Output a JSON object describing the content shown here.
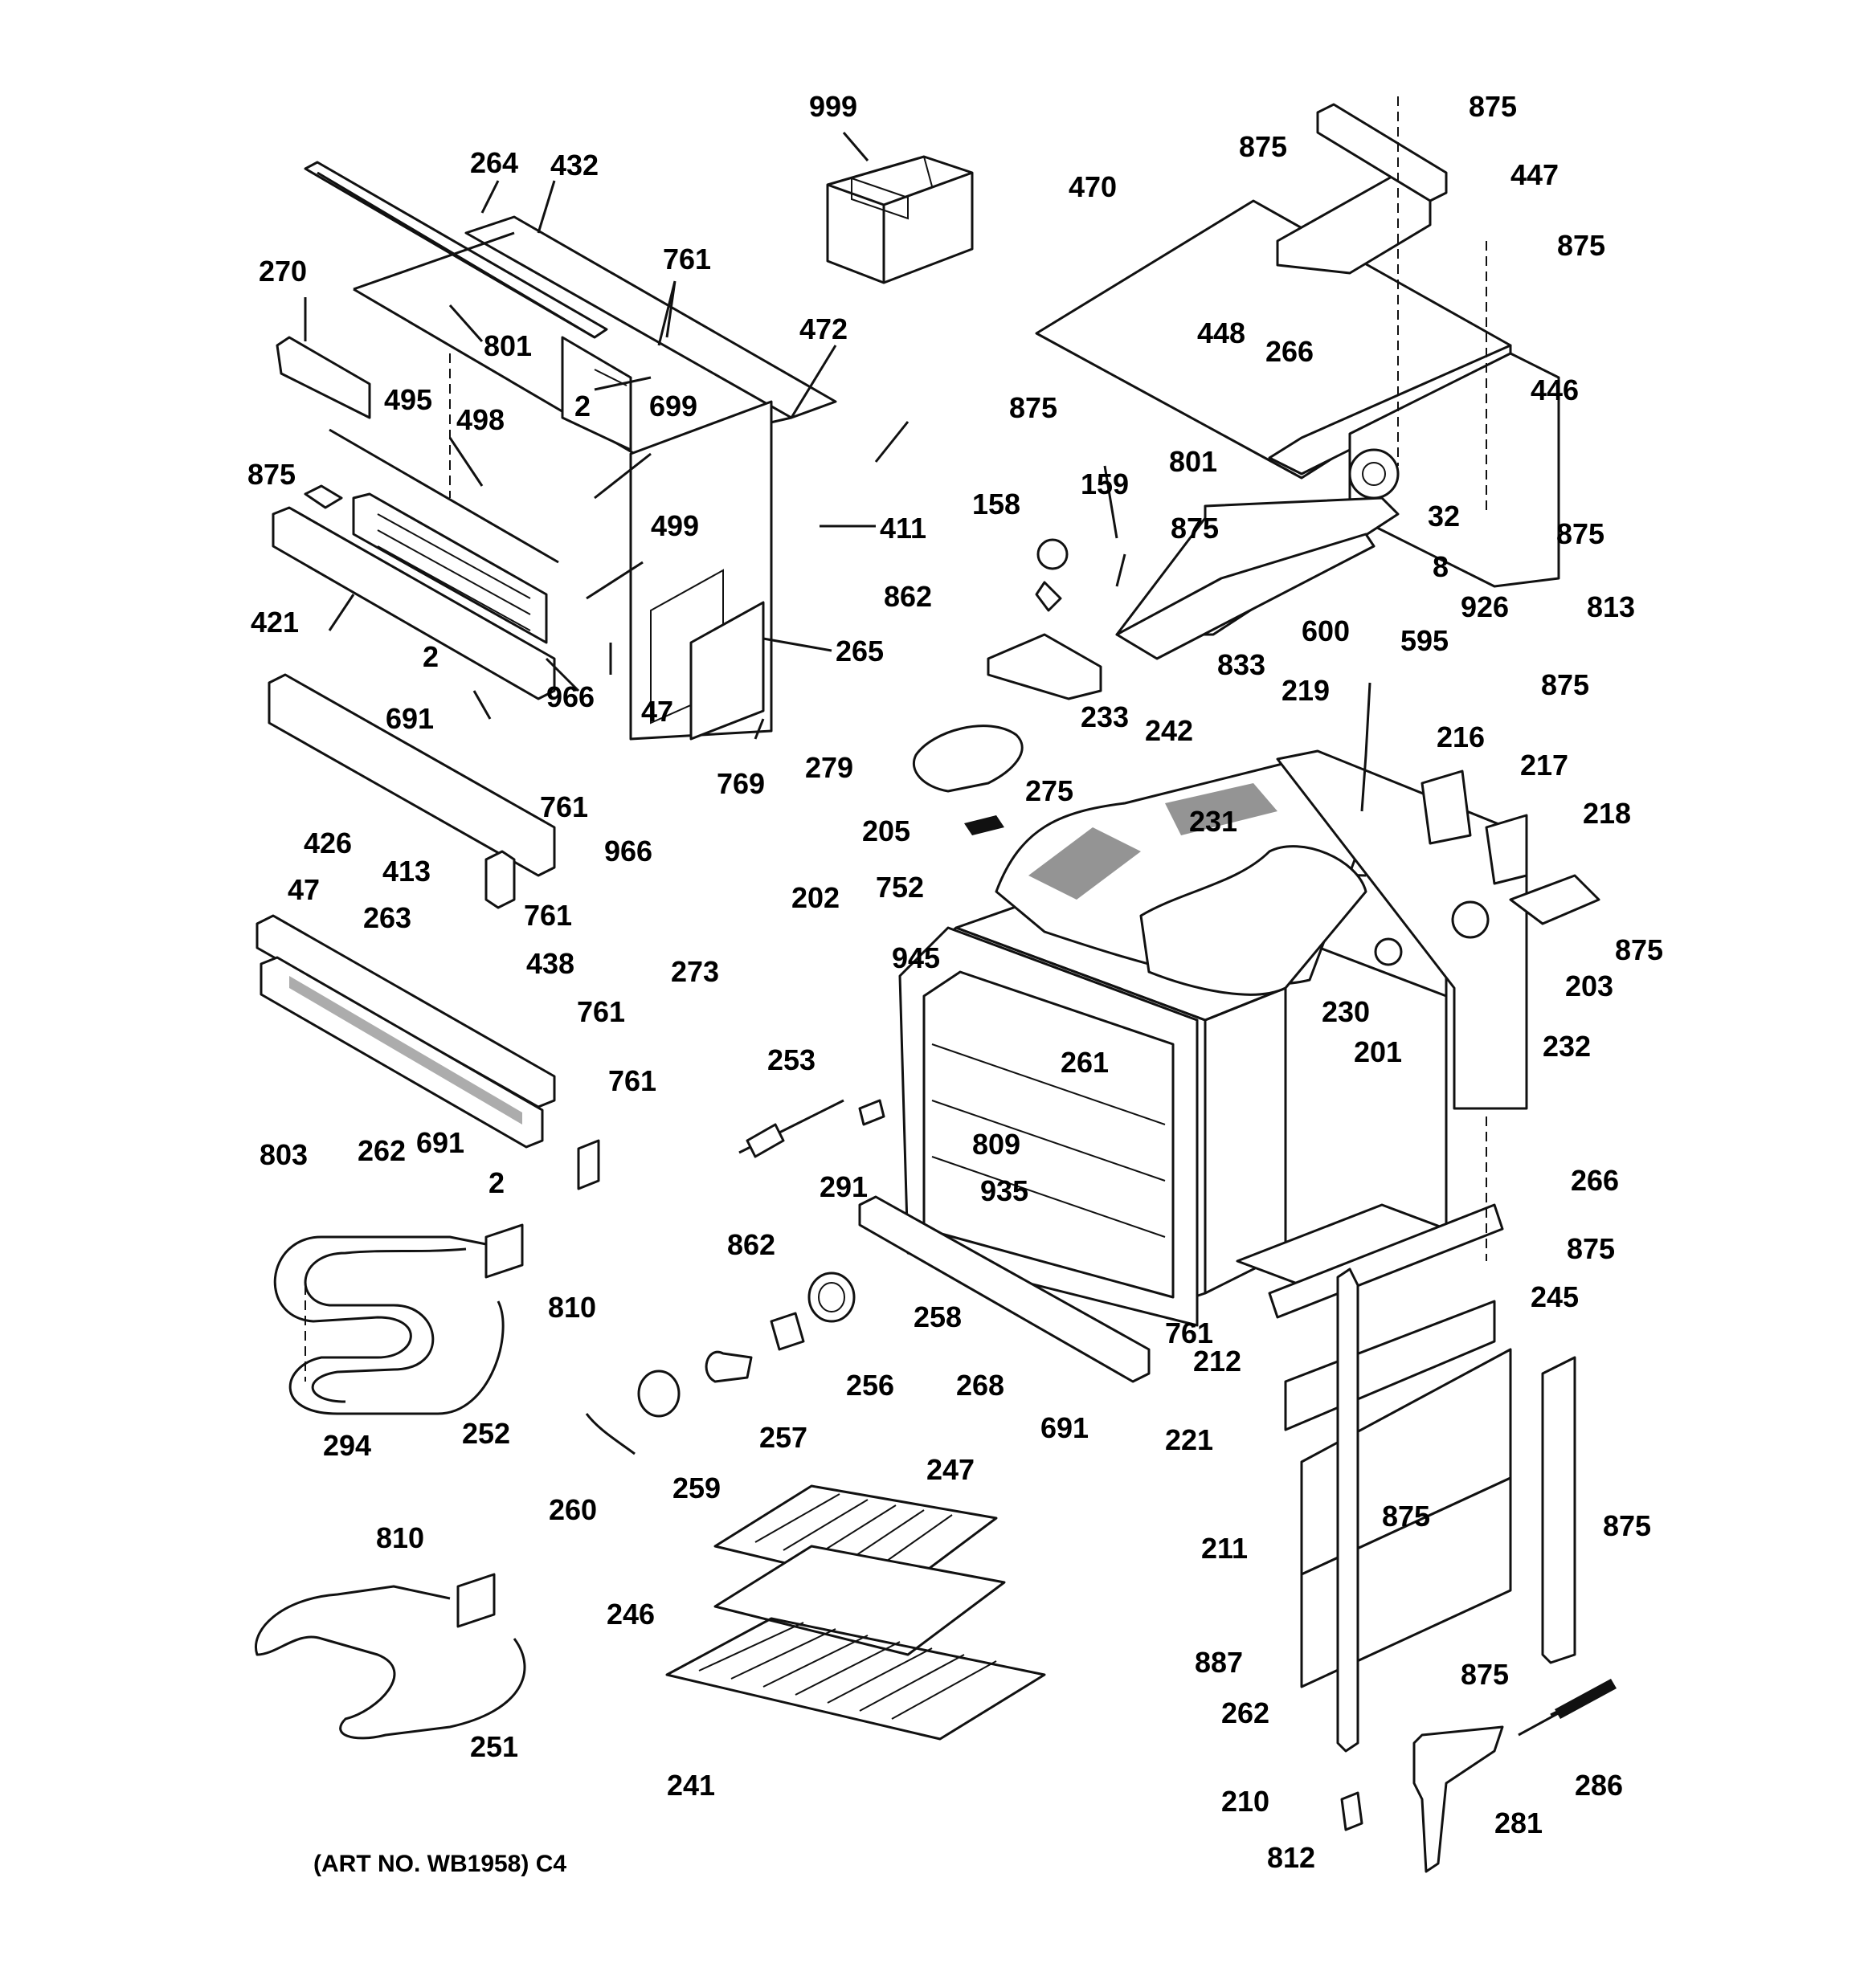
{
  "art_number": "(ART NO. WB1958) C4",
  "callouts": [
    "999",
    "264",
    "432",
    "270",
    "761",
    "801",
    "2",
    "699",
    "472",
    "495",
    "498",
    "875",
    "499",
    "411",
    "421",
    "2",
    "691",
    "966",
    "47",
    "265",
    "769",
    "761",
    "426",
    "413",
    "966",
    "47",
    "263",
    "761",
    "438",
    "761",
    "761",
    "803",
    "262",
    "691",
    "2",
    "810",
    "252",
    "294",
    "810",
    "251",
    "470",
    "448",
    "266",
    "446",
    "875",
    "447",
    "875",
    "875",
    "875",
    "801",
    "32",
    "875",
    "8",
    "833",
    "242",
    "158",
    "159",
    "862",
    "275",
    "875",
    "279",
    "205",
    "752",
    "202",
    "273",
    "945",
    "253",
    "291",
    "862",
    "261",
    "809",
    "935",
    "201",
    "230",
    "231",
    "233",
    "219",
    "600",
    "595",
    "926",
    "813",
    "875",
    "216",
    "217",
    "218",
    "875",
    "203",
    "232",
    "266",
    "875",
    "245",
    "221",
    "875",
    "875",
    "211",
    "887",
    "875",
    "262",
    "286",
    "210",
    "281",
    "812",
    "258",
    "256",
    "257",
    "259",
    "260",
    "268",
    "691",
    "761",
    "212",
    "247",
    "246",
    "241"
  ]
}
